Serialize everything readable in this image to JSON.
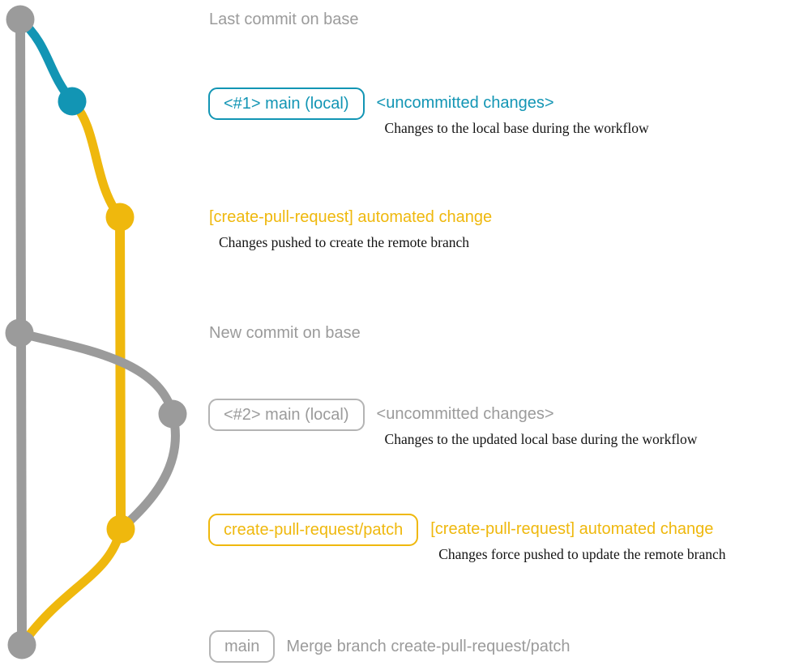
{
  "colors": {
    "gray": "#9b9b9b",
    "gray_border": "#b4b4b4",
    "blue": "#1295b4",
    "yellow": "#efb80d",
    "description": "#141414",
    "background": "#ffffff"
  },
  "annotations": {
    "row1": {
      "label": "Last commit on base"
    },
    "row2": {
      "badge": "<#1> main (local)",
      "status": "<uncommitted changes>",
      "description": "Changes to the local base during the workflow"
    },
    "row3": {
      "label": "[create-pull-request] automated change",
      "description": "Changes pushed to create the remote branch"
    },
    "row4": {
      "label": "New commit on base"
    },
    "row5": {
      "badge": "<#2> main (local)",
      "status": "<uncommitted changes>",
      "description": "Changes to the updated local base during the workflow"
    },
    "row6": {
      "badge": "create-pull-request/patch",
      "label": "[create-pull-request] automated change",
      "description": "Changes force pushed to update the remote branch"
    },
    "row7": {
      "badge": "main",
      "label": "Merge branch create-pull-request/patch"
    }
  }
}
